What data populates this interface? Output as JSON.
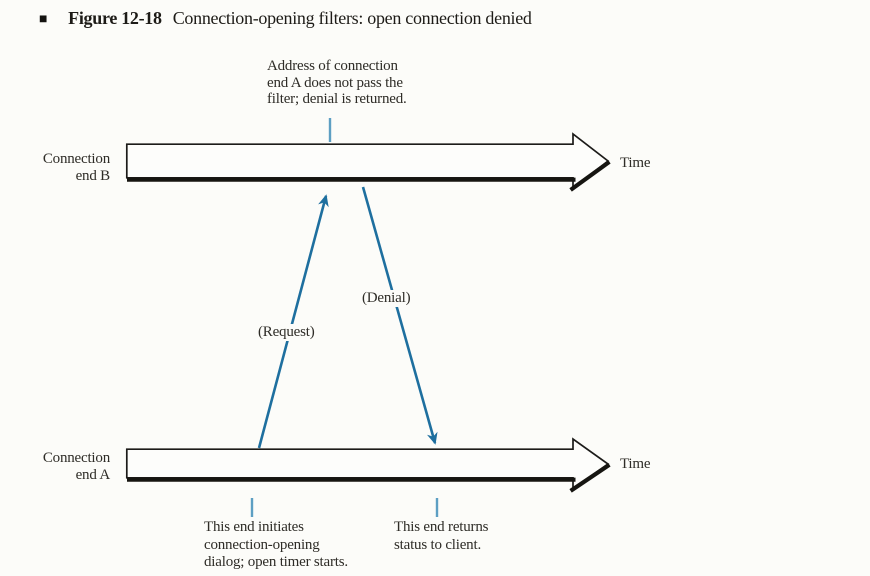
{
  "title": {
    "bullet": "■",
    "figure_label": "Figure 12-18",
    "caption": "Connection-opening filters: open connection denied"
  },
  "colors": {
    "background": "#fcfcf9",
    "ink": "#2e2c27",
    "arrow_outline": "#1c1b19",
    "message_blue": "#1e6f9f",
    "tick_blue": "#5d9fc3"
  },
  "timeline_top": {
    "label_line1": "Connection",
    "label_line2": "end B",
    "axis_label": "Time"
  },
  "timeline_bottom": {
    "label_line1": "Connection",
    "label_line2": "end A",
    "axis_label": "Time"
  },
  "messages": {
    "request": "(Request)",
    "denial": "(Denial)"
  },
  "annotations": {
    "top": {
      "line1": "Address of connection",
      "line2": "end A does not pass the",
      "line3": "filter; denial is returned."
    },
    "bottom_left": {
      "line1": "This end initiates",
      "line2": "connection-opening",
      "line3": "dialog; open timer starts."
    },
    "bottom_right": {
      "line1": "This end returns",
      "line2": "status to client."
    }
  }
}
